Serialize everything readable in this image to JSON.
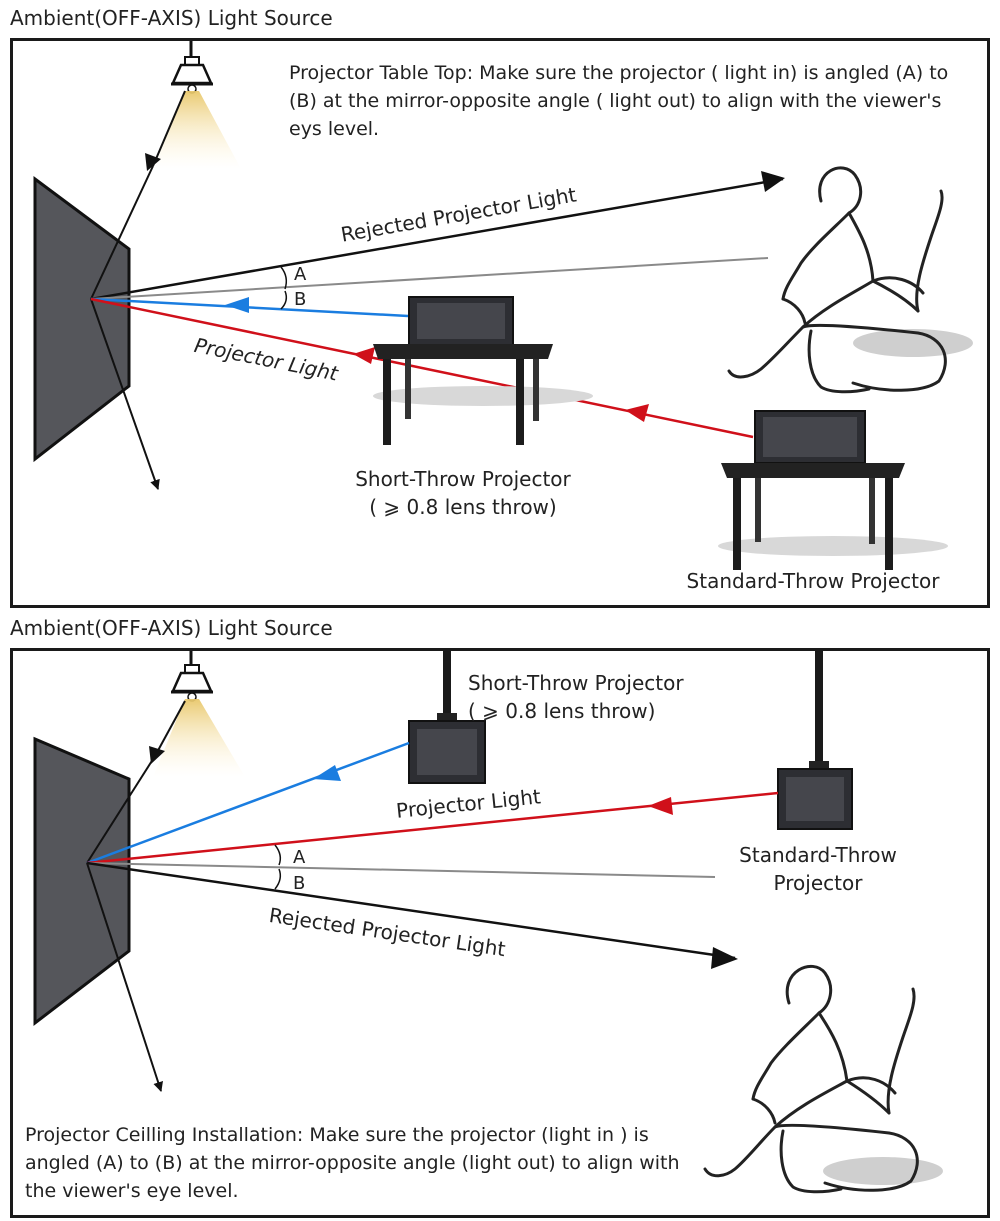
{
  "colors": {
    "red": "#d0101a",
    "blue": "#1a7de0",
    "gray": "#8a8a8a",
    "screen": "#55565b"
  },
  "top": {
    "section_label": "Ambient(OFF-AXIS) Light Source",
    "note": "Projector Table Top: Make sure the projector ( light in) is angled (A) to (B) at the mirror-opposite angle ( light out) to align with the viewer's eys level.",
    "rejected_label": "Rejected Projector Light",
    "projector_light_label": "Projector Light",
    "angle_a": "A",
    "angle_b": "B",
    "short_throw_line1": "Short-Throw Projector",
    "short_throw_line2": "( ⩾ 0.8 lens throw)",
    "standard_throw": "Standard-Throw Projector"
  },
  "bottom": {
    "section_label": "Ambient(OFF-AXIS) Light Source",
    "short_throw_line1": "Short-Throw Projector",
    "short_throw_line2": "( ⩾ 0.8 lens throw)",
    "projector_light_label": "Projector Light",
    "angle_a": "A",
    "angle_b": "B",
    "standard_line1": "Standard-Throw",
    "standard_line2": "Projector",
    "rejected_label": "Rejected Projector Light",
    "note": "Projector Ceilling Installation: Make sure the projector (light in ) is angled (A) to (B) at the mirror-opposite angle (light out) to align with the viewer's eye level."
  }
}
